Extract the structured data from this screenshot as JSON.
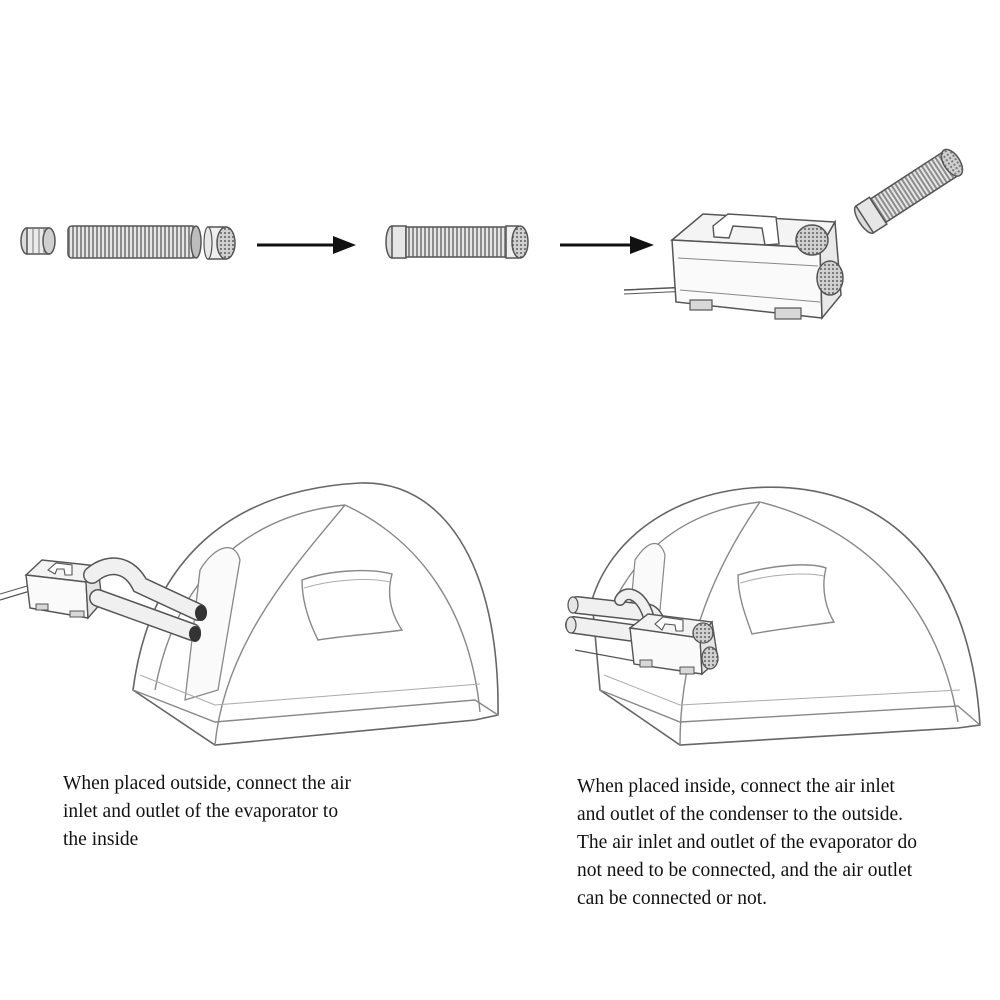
{
  "captions": {
    "outside": {
      "lines": [
        "When placed outside, connect the air",
        "inlet and outlet of the evaporator to",
        "the inside"
      ]
    },
    "inside": {
      "lines": [
        "When placed inside, connect the air inlet",
        "and outlet of the condenser to the outside.",
        "The air inlet and outlet of the evaporator do",
        "not need to be connected, and the air outlet",
        "can be connected or not."
      ]
    }
  },
  "colors": {
    "line": "#555555",
    "arrow": "#111111",
    "hose": "#8a8a8a",
    "background": "#ffffff"
  }
}
